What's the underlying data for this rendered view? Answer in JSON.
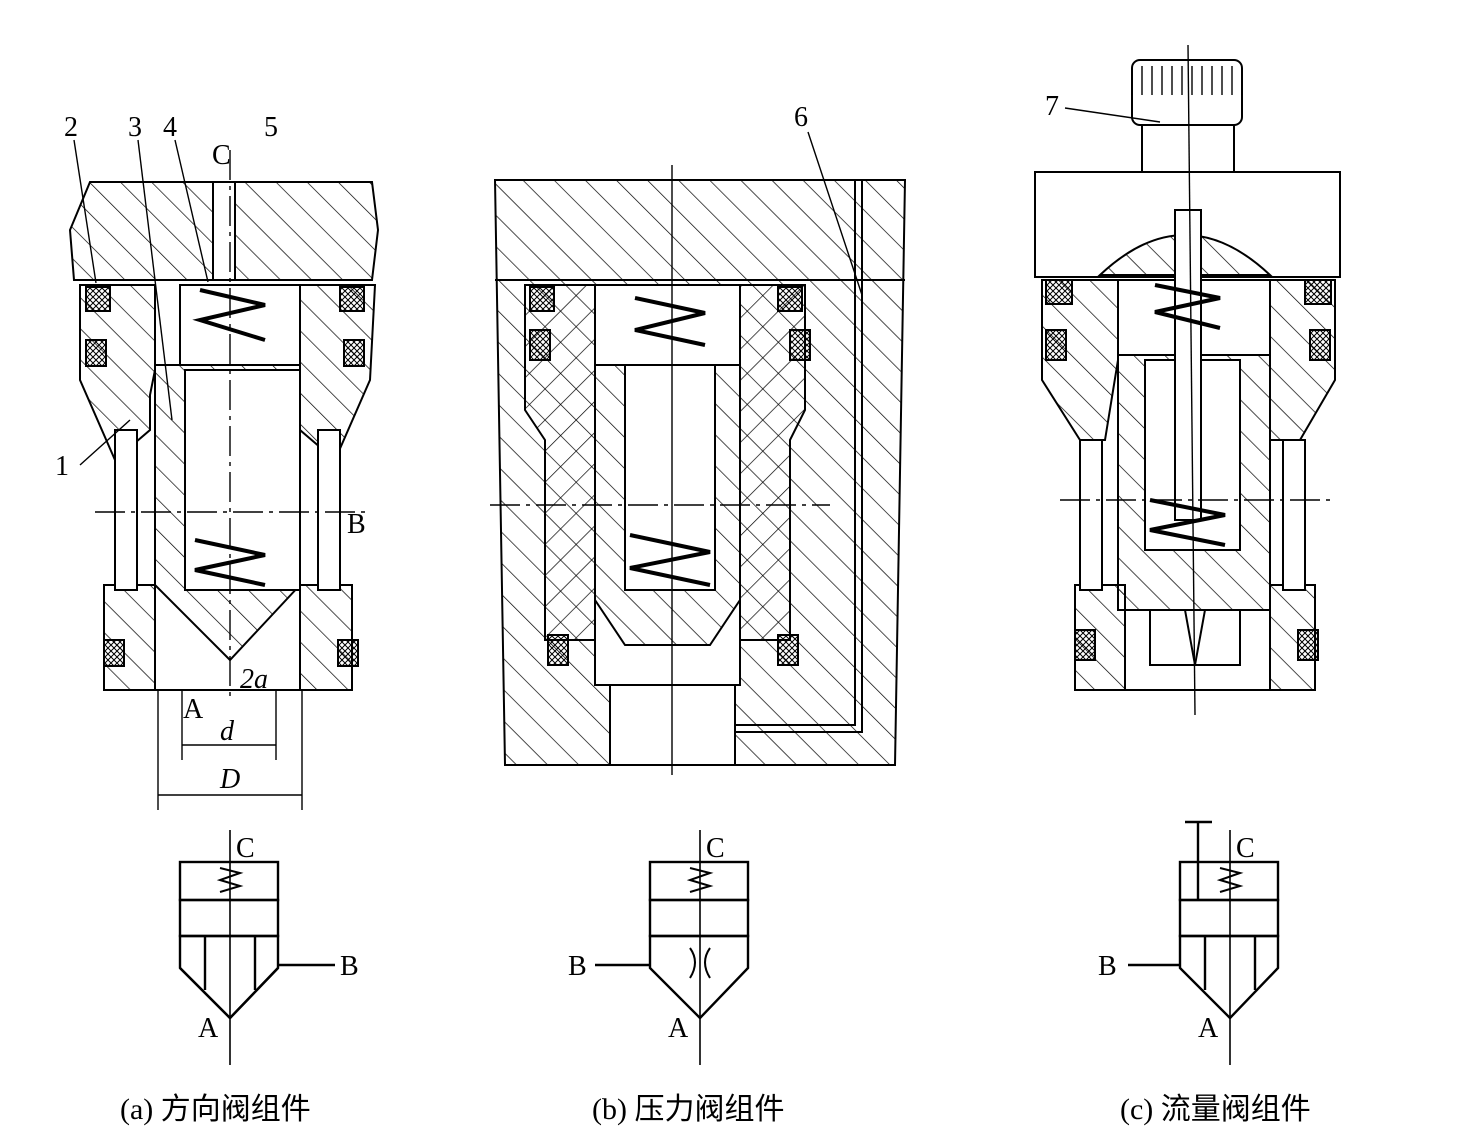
{
  "figure": {
    "panels": [
      {
        "id": "a",
        "caption": "(a) 方向阀组件",
        "part_numbers": [
          "1",
          "2",
          "3",
          "4",
          "5"
        ],
        "section_labels": {
          "port_c": "C",
          "port_b": "B",
          "port_a": "A",
          "angle": "2a",
          "small_dia": "d",
          "large_dia": "D"
        },
        "symbol": {
          "port_c": "C",
          "port_b": "B",
          "port_a": "A",
          "b_side": "right",
          "orifice": "none"
        }
      },
      {
        "id": "b",
        "caption": "(b) 压力阀组件",
        "part_numbers": [
          "6"
        ],
        "symbol": {
          "port_c": "C",
          "port_b": "B",
          "port_a": "A",
          "b_side": "left",
          "orifice": "throttle"
        }
      },
      {
        "id": "c",
        "caption": "(c) 流量阀组件",
        "part_numbers": [
          "7"
        ],
        "symbol": {
          "port_c": "C",
          "port_b": "B",
          "port_a": "A",
          "b_side": "left",
          "orifice": "none",
          "adjuster": "stop-rod"
        }
      }
    ]
  }
}
